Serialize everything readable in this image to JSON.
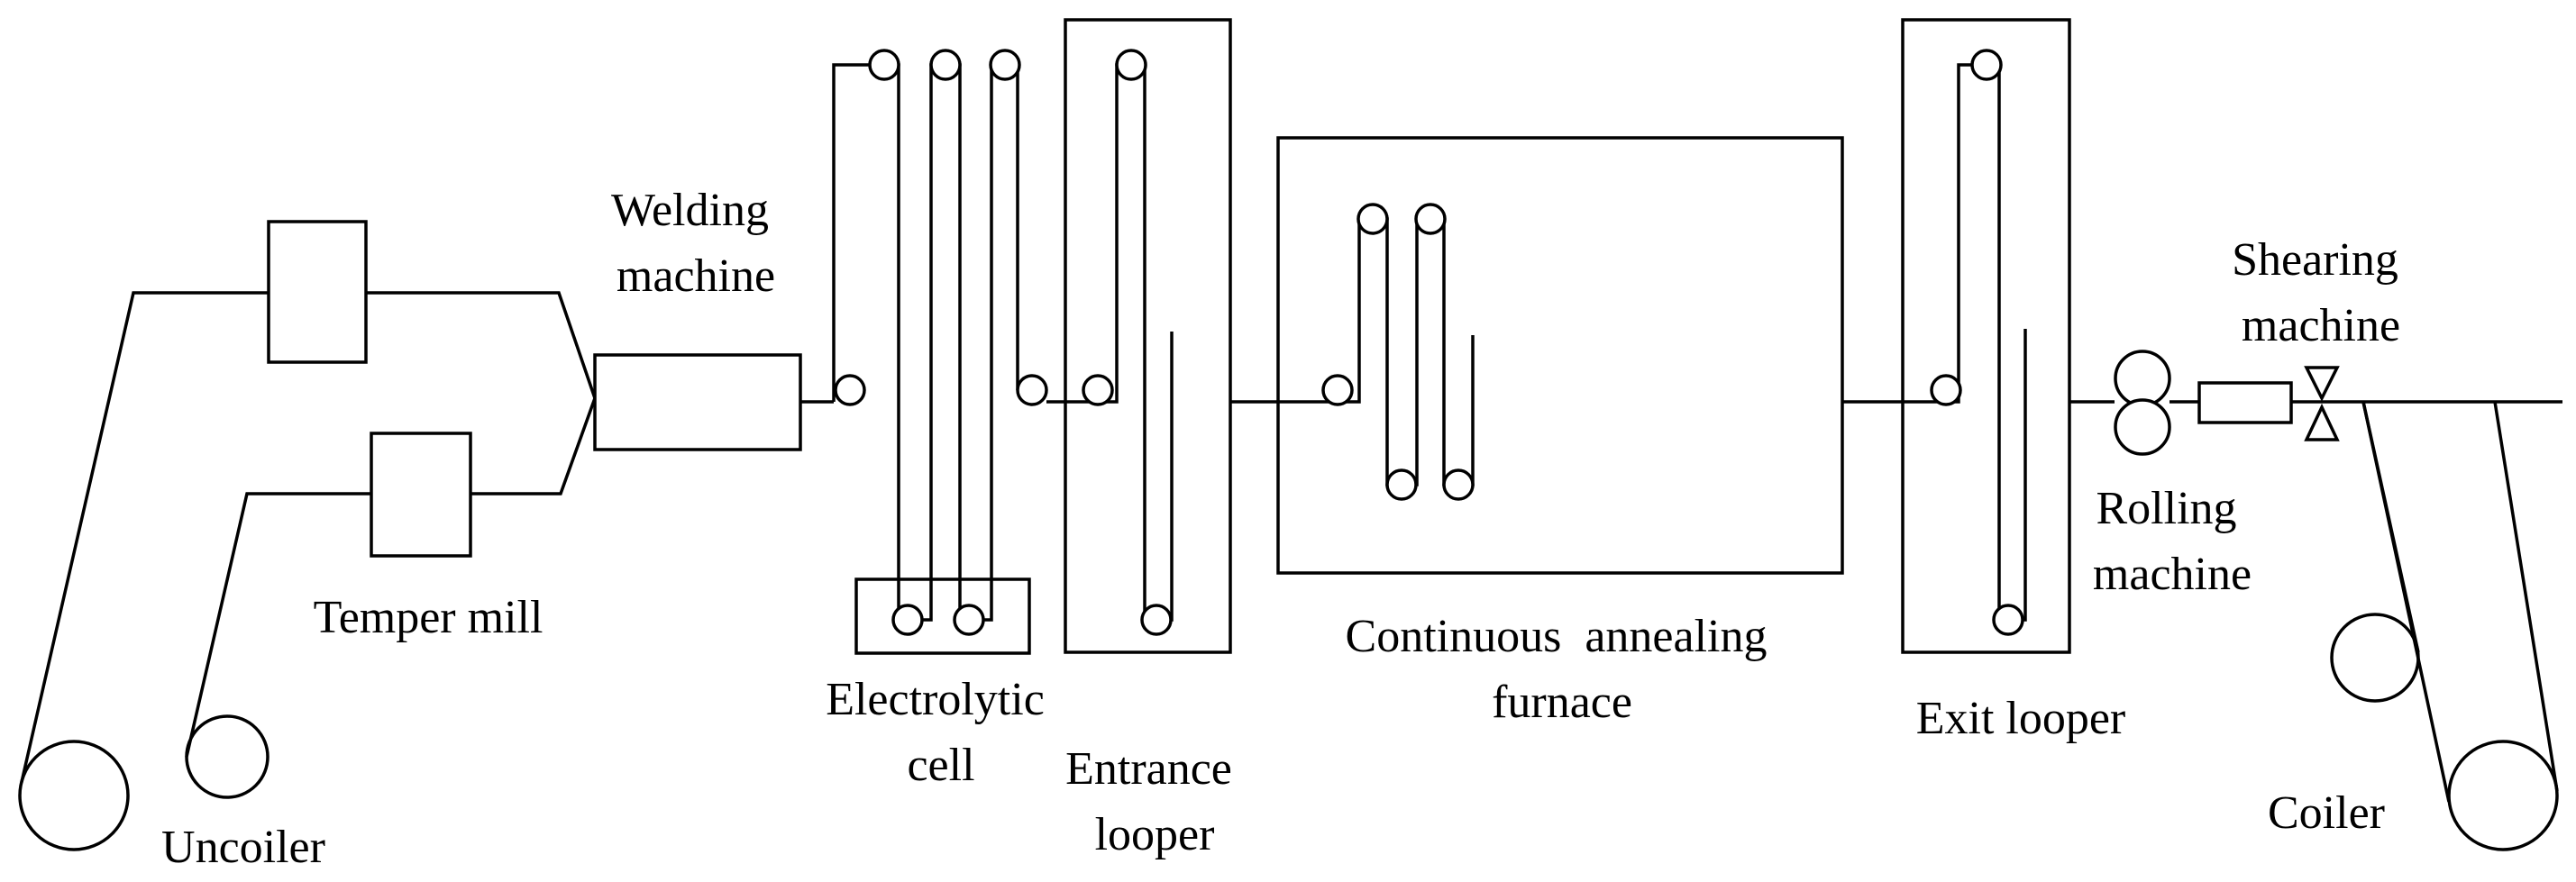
{
  "labels": {
    "welding_machine": [
      "Welding",
      "machine"
    ],
    "temper_mill": [
      "Temper mill"
    ],
    "uncoiler": [
      "Uncoiler"
    ],
    "electrolytic_cell": [
      "Electrolytic",
      "cell"
    ],
    "entrance_looper": [
      "Entrance",
      "looper"
    ],
    "continuous_annealing_furnace": [
      "Continuous  annealing",
      "furnace"
    ],
    "exit_looper": [
      "Exit looper"
    ],
    "shearing_machine": [
      "Shearing",
      "machine"
    ],
    "rolling_machine": [
      "Rolling",
      "machine"
    ],
    "coiler": [
      "Coiler"
    ]
  }
}
